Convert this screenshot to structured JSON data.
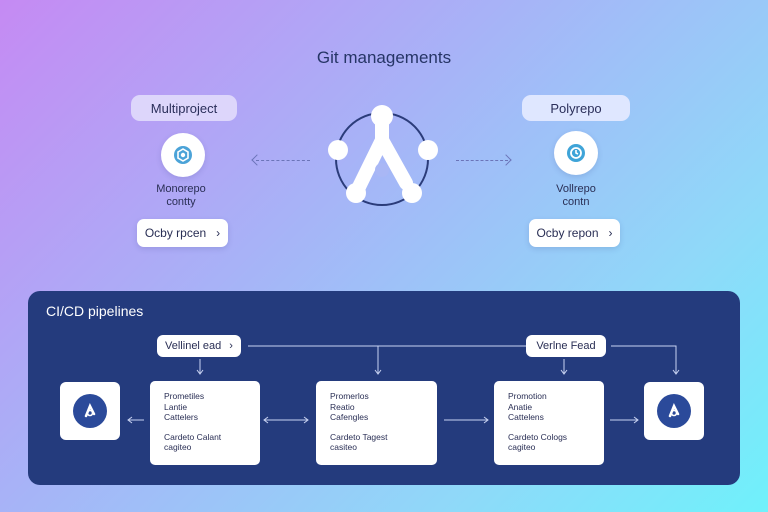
{
  "header": {
    "title": "Git managements"
  },
  "left": {
    "pill": "Multiproject",
    "caption_line1": "Monorepo",
    "caption_line2": "contty",
    "button": "Ocby rpcen"
  },
  "right": {
    "pill": "Polyrepo",
    "caption_line1": "Vollrepo",
    "caption_line2": "contn",
    "button": "Ocby repon"
  },
  "pipeline": {
    "title": "CI/CD pipelines",
    "tag_left": "Vellinel ead",
    "tag_right": "Verlne Fead",
    "cards": [
      {
        "lines_a": [
          "Prometiles",
          "Lantie",
          "Cattelers"
        ],
        "lines_b": [
          "Cardeto Calant",
          "cagiteo"
        ]
      },
      {
        "lines_a": [
          "Promerlos",
          "Reatio",
          "Cafengles"
        ],
        "lines_b": [
          "Cardeto Tagest",
          "casiteo"
        ]
      },
      {
        "lines_a": [
          "Promotion",
          "Anatie",
          "Cattelens"
        ],
        "lines_b": [
          "Cardeto Cologs",
          "cagiteo"
        ]
      }
    ]
  },
  "colors": {
    "panel": "#243b7d",
    "accent": "#2b4a9a",
    "background_start": "#c58af3",
    "background_end": "#6ff1fb"
  },
  "icons": {
    "hub": "git-branch-hub-icon",
    "left_node": "monorepo-icon",
    "right_node": "polyrepo-icon",
    "chevron": "chevron-right-icon",
    "logo": "pipeline-logo-icon"
  }
}
